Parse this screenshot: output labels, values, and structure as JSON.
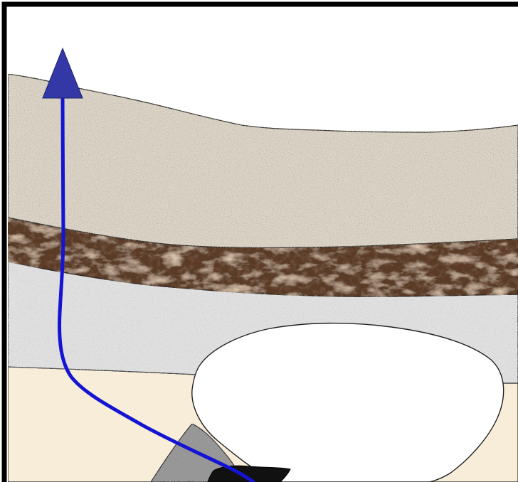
{
  "diagram": {
    "kind": "geological-cross-section",
    "text_labels": [],
    "layers": [
      {
        "id": "top-sandstone",
        "color": "#ddd6c8",
        "texture": "fine-speckle"
      },
      {
        "id": "dark-marble-band",
        "color": "#5a3a28",
        "texture": "marble-veins"
      },
      {
        "id": "grey-granite",
        "color": "#e3e3e3",
        "texture": "speckle"
      },
      {
        "id": "cream-bedrock",
        "color": "#f8edd8",
        "texture": "smooth"
      },
      {
        "id": "grey-rubble-wedge",
        "color": "#9a9a9a",
        "texture": "coarse-speckle"
      },
      {
        "id": "black-deposit",
        "color": "#111111",
        "texture": "solid"
      }
    ],
    "cavity": {
      "id": "void-chamber",
      "color": "#ffffff"
    },
    "flow_path": {
      "color": "#1414d2",
      "arrowhead_color": "#3338a6",
      "direction": "up"
    },
    "frame_color": "#000000"
  }
}
